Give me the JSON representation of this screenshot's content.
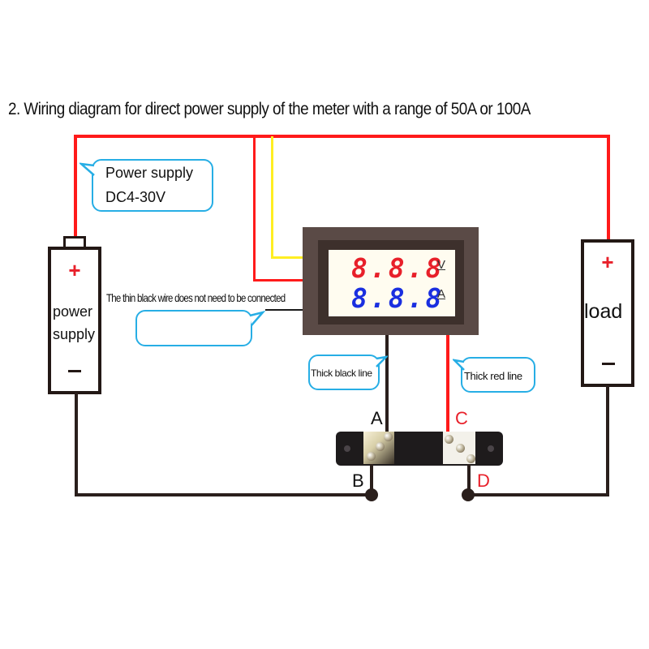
{
  "title": "2. Wiring diagram for direct power supply of the meter with a range of 50A or 100A",
  "power_supply": {
    "label_line1": "power",
    "label_line2": "supply",
    "plus": "+",
    "minus": "−"
  },
  "load": {
    "label": "load",
    "plus": "+",
    "minus": "−"
  },
  "callouts": {
    "power_supply_line1": "Power supply",
    "power_supply_line2": "DC4-30V",
    "thin_black_wire": "The thin black wire does not need to be connected",
    "thick_black_line": "Thick black line",
    "thick_red_line": "Thick red line"
  },
  "meter": {
    "voltage_display": "8.8.8",
    "current_display": "8.8.8",
    "voltage_unit": "V",
    "current_unit": "A",
    "voltage_color": "#e8202a",
    "current_color": "#1a2fe0"
  },
  "shunt_terminals": {
    "a": "A",
    "b": "B",
    "c": "C",
    "d": "D"
  },
  "colors": {
    "wire_red": "#ff1a1a",
    "wire_yellow": "#ffee22",
    "wire_black": "#2a1f1c",
    "callout_border": "#27aee5"
  }
}
